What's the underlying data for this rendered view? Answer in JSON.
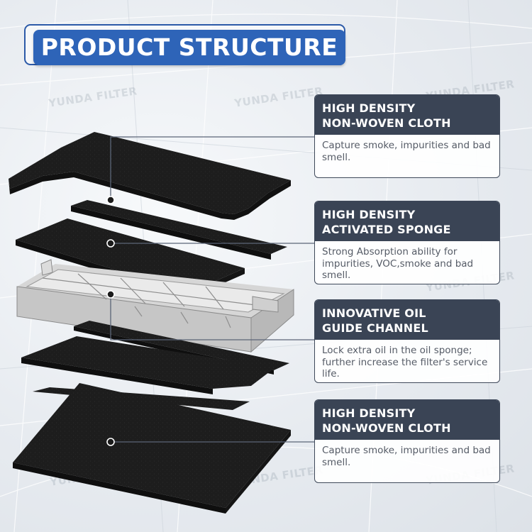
{
  "title": "PRODUCT STRUCTURE",
  "watermark": "YUNDA FILTER",
  "layers": [
    {
      "heading_line1": "HIGH DENSITY",
      "heading_line2": "NON-WOVEN CLOTH",
      "description": "Capture smoke, impurities and bad smell."
    },
    {
      "heading_line1": "HIGH DENSITY",
      "heading_line2": "ACTIVATED SPONGE",
      "description": "Strong Absorption ability for impurities, VOC,smoke and bad smell."
    },
    {
      "heading_line1": "INNOVATIVE OIL",
      "heading_line2": "GUIDE CHANNEL",
      "description": "Lock extra oil in the oil sponge; further increase the filter's service life."
    },
    {
      "heading_line1": "HIGH DENSITY",
      "heading_line2": "NON-WOVEN CLOTH",
      "description": "Capture smoke, impurities and bad smell."
    }
  ],
  "colors": {
    "title_bg": "#2e64b8",
    "card_header": "#3a4455",
    "layer_black": "#1c1c1c"
  }
}
